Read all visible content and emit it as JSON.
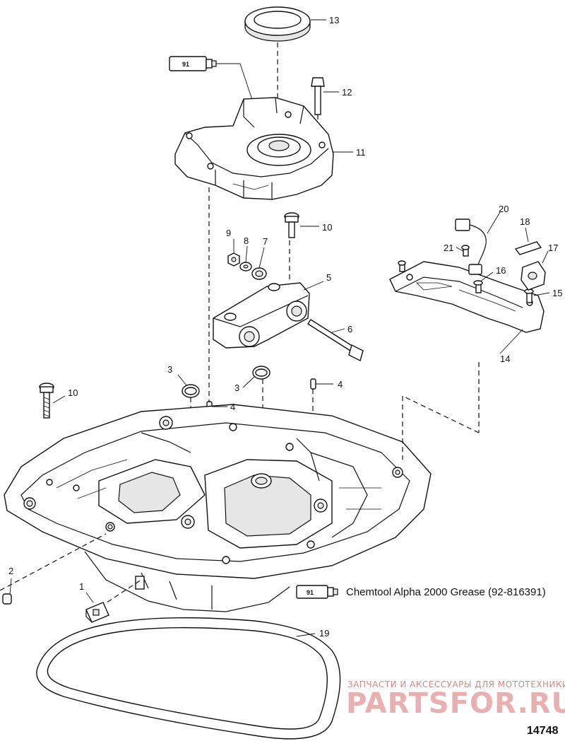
{
  "callouts": {
    "c1": "1",
    "c2": "2",
    "c3a": "3",
    "c3b": "3",
    "c4a": "4",
    "c4b": "4",
    "c5": "5",
    "c6": "6",
    "c7": "7",
    "c8": "8",
    "c9": "9",
    "c10a": "10",
    "c10b": "10",
    "c11": "11",
    "c12": "12",
    "c13": "13",
    "c14": "14",
    "c15": "15",
    "c16": "16",
    "c17": "17",
    "c18": "18",
    "c19": "19",
    "c20": "20",
    "c21": "21"
  },
  "legend": {
    "tube_label": "91",
    "text": "Chemtool Alpha 2000 Grease (92-816391)"
  },
  "tube_top_label": "91",
  "watermark": {
    "top_line": "ЗАПЧАСТИ И АКСЕССУАРЫ ДЛЯ МОТОТЕХНИКИ",
    "brand": "PARTSFOR.RU"
  },
  "figure_number": "14748"
}
